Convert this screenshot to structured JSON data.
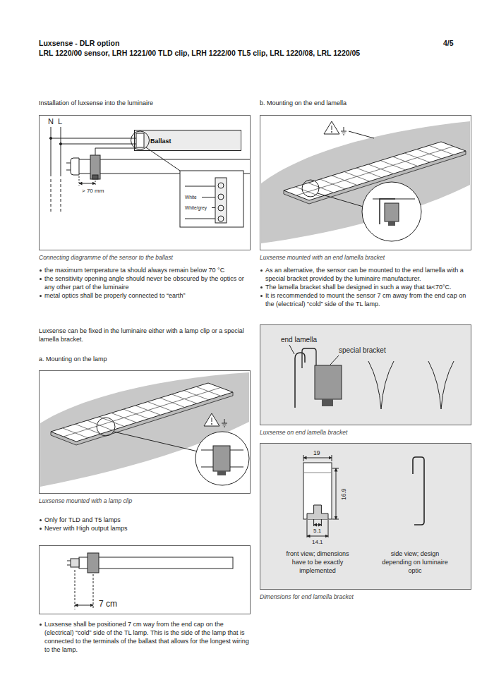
{
  "diagram": {
    "title": "Luxsense - DLR option",
    "nodes": [
      {
        "text": [
          "Connecting diagramme of the sensor to the ballast"
        ]
      },
      {
        "text": [
          "Ballast"
        ],
        "in": 0
      },
      {
        "text": [
          "Luxsense mounted with a lamp clip"
        ]
      },
      {
        "text": [
          "Luxsense mounted with an end lamella bracket"
        ]
      },
      {
        "text": [
          "Luxsense on end lamella bracket"
        ]
      },
      {
        "text": [
          "Dimensions for end lamella bracket"
        ]
      }
    ],
    "labels": [
      "LRL 1220/00 sensor, LRH 1221/00 TLD clip, LRH 1222/00 TL5 clip, LRL 1220/08, LRL 1220/05",
      "4/5",
      "Installation of luxsense into the luminaire",
      "N",
      "L",
      "> 70 mm",
      "White",
      "White/grey",
      "the maximum temperature ta should always remain below 70 °C",
      "the sensitivity opening angle should never be obscured by the optics or any other part of the luminaire",
      "metal optics shall be properly connected to “earth”",
      "Luxsense can be fixed in the luminaire either with a lamp clip or a special lamella bracket.",
      "a. Mounting on the lamp",
      "Only for TLD and T5 lamps",
      "Never with High output lamps",
      "7 cm",
      "Luxsense shall be positioned 7 cm way from the end cap on the (electrical) “cold” side of the TL lamp. This is the side of the lamp that is connected to the terminals of the ballast that allows for the longest wiring to the lamp.",
      "b. Mounting on the end lamella",
      "As an alternative, the sensor can be mounted to the end lamella with a special bracket provided by the luminaire manufacturer.",
      "The lamella bracket shall be designed in such a way that ta<70°C.",
      "It is recommended to mount the sensor 7 cm away from the end cap on the (electrical) “cold” side of the TL lamp.",
      "end lamella",
      "special bracket",
      "19",
      "16.9",
      "5.1",
      "14.1",
      "front view; dimensions have to be exactly implemented",
      "side view; design depending on luminaire optic"
    ]
  }
}
